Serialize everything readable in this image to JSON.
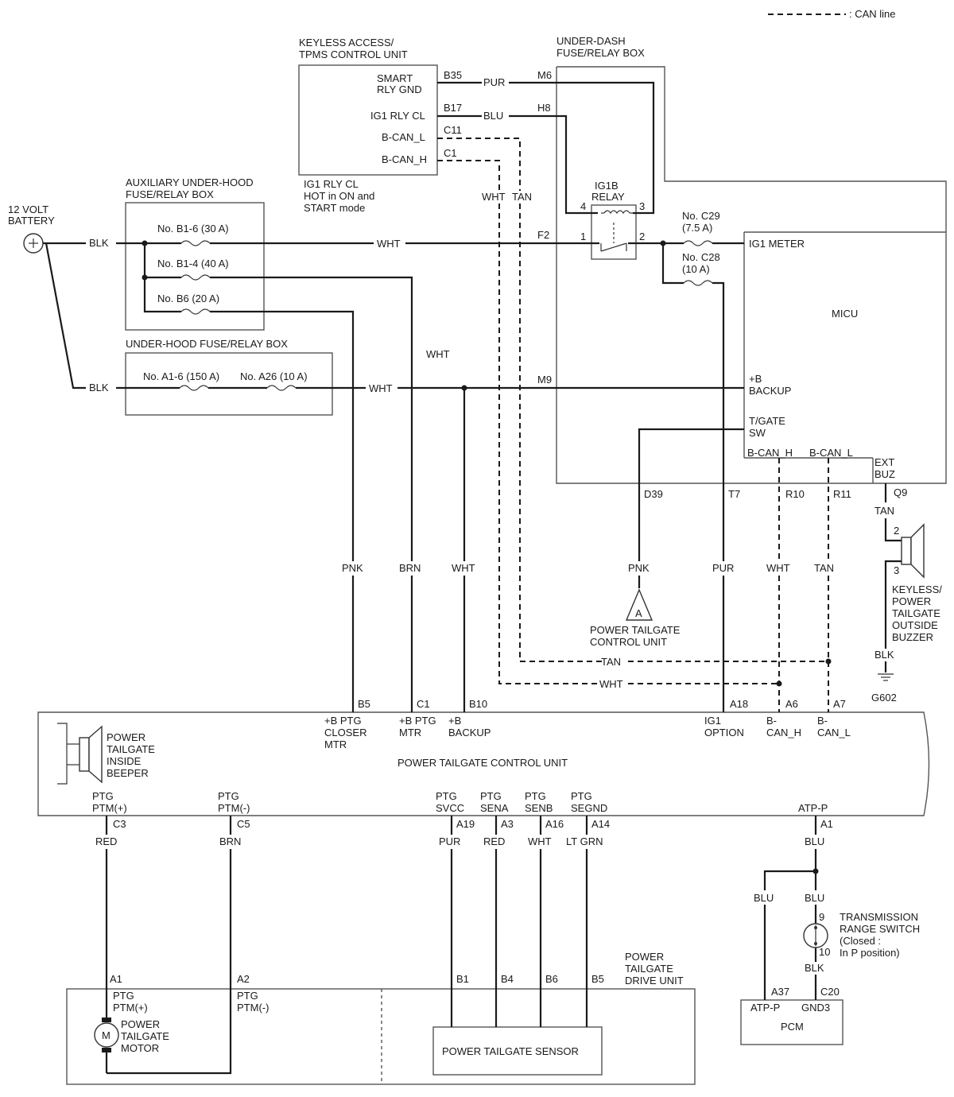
{
  "legend": {
    "can_line": ": CAN line"
  },
  "components": {
    "battery": [
      "12 VOLT",
      "BATTERY"
    ],
    "keyless_unit": [
      "KEYLESS ACCESS/",
      "TPMS CONTROL UNIT"
    ],
    "keyless_pins": {
      "smart_rly_gnd": [
        "SMART",
        "RLY GND"
      ],
      "ig1_rly_cl": "IG1 RLY CL",
      "bcan_l": "B-CAN_L",
      "bcan_h": "B-CAN_H"
    },
    "keyless_note": [
      "IG1 RLY CL",
      "HOT in ON and",
      "START mode"
    ],
    "under_dash_box": [
      "UNDER-DASH",
      "FUSE/RELAY BOX"
    ],
    "aux_box": [
      "AUXILIARY UNDER-HOOD",
      "FUSE/RELAY BOX"
    ],
    "under_hood_box": "UNDER-HOOD FUSE/RELAY BOX",
    "ig1b_relay": [
      "IG1B",
      "RELAY"
    ],
    "micu": "MICU",
    "micu_pins": {
      "ig1_meter": "IG1 METER",
      "backup": [
        "+B",
        "BACKUP"
      ],
      "tgate_sw": [
        "T/GATE",
        "SW"
      ],
      "bcan_h": "B-CAN_H",
      "bcan_l": "B-CAN_L",
      "ext_buz": [
        "EXT",
        "BUZ"
      ]
    },
    "ptg_ref": [
      "POWER TAILGATE",
      "CONTROL UNIT"
    ],
    "ptg_ref_letter": "A",
    "outside_buzzer": [
      "KEYLESS/",
      "POWER",
      "TAILGATE",
      "OUTSIDE",
      "BUZZER"
    ],
    "ground": "G602",
    "ptg_control_unit": "POWER TAILGATE CONTROL UNIT",
    "inside_beeper": [
      "POWER",
      "TAILGATE",
      "INSIDE",
      "BEEPER"
    ],
    "ptg_top_pins": {
      "closer": [
        "+B PTG",
        "CLOSER",
        "MTR"
      ],
      "mtr": [
        "+B PTG",
        "MTR"
      ],
      "backup": [
        "+B",
        "BACKUP"
      ],
      "ig1_option": [
        "IG1",
        "OPTION"
      ],
      "bcan_h": [
        "B-",
        "CAN_H"
      ],
      "bcan_l": [
        "B-",
        "CAN_L"
      ]
    },
    "ptg_bottom_pins": {
      "ptm_pos": [
        "PTG",
        "PTM(+)"
      ],
      "ptm_neg": [
        "PTG",
        "PTM(-)"
      ],
      "svcc": [
        "PTG",
        "SVCC"
      ],
      "sena": [
        "PTG",
        "SENA"
      ],
      "senb": [
        "PTG",
        "SENB"
      ],
      "segnd": [
        "PTG",
        "SEGND"
      ],
      "atp": "ATP-P"
    },
    "drive_unit": [
      "POWER",
      "TAILGATE",
      "DRIVE UNIT"
    ],
    "drive_pins": {
      "ptm_pos": [
        "PTG",
        "PTM(+)"
      ],
      "ptm_neg": [
        "PTG",
        "PTM(-)"
      ]
    },
    "motor": [
      "POWER",
      "TAILGATE",
      "MOTOR"
    ],
    "motor_letter": "M",
    "sensor": "POWER TAILGATE SENSOR",
    "trs": [
      "TRANSMISSION",
      "RANGE SWITCH",
      "(Closed :",
      "In P position)"
    ],
    "pcm": "PCM",
    "pcm_pins": {
      "atp": "ATP-P",
      "gnd": "GND3"
    }
  },
  "fuses": {
    "b1_6": "No. B1-6 (30 A)",
    "b1_4": "No. B1-4 (40 A)",
    "b6": "No. B6 (20 A)",
    "a1_6": "No. A1-6 (150 A)",
    "a26": "No. A26 (10 A)",
    "c29": [
      "No. C29",
      "(7.5 A)"
    ],
    "c28": [
      "No. C28",
      "(10 A)"
    ]
  },
  "connectors": {
    "b35": "B35",
    "b17": "B17",
    "c11": "C11",
    "c1_keyless": "C1",
    "m6": "M6",
    "h8": "H8",
    "f2": "F2",
    "m9": "M9",
    "relay_1": "1",
    "relay_2": "2",
    "relay_3": "3",
    "relay_4": "4",
    "d39": "D39",
    "t7": "T7",
    "r10": "R10",
    "r11": "R11",
    "q9": "Q9",
    "buzzer_2": "2",
    "buzzer_3": "3",
    "b5": "B5",
    "c1_ptg": "C1",
    "b10": "B10",
    "a18": "A18",
    "a6": "A6",
    "a7": "A7",
    "c3": "C3",
    "c5": "C5",
    "a19": "A19",
    "a3": "A3",
    "a16": "A16",
    "a14": "A14",
    "a1_ptg": "A1",
    "a1_drive": "A1",
    "a2_drive": "A2",
    "s_b1": "B1",
    "s_b4": "B4",
    "s_b6": "B6",
    "s_b5": "B5",
    "trs_9": "9",
    "trs_10": "10",
    "a37": "A37",
    "c20": "C20"
  },
  "wires": {
    "pur": "PUR",
    "blu": "BLU",
    "blk_batt1": "BLK",
    "blk_batt2": "BLK",
    "wht_main": "WHT",
    "wht_mid": "WHT",
    "wht_m9": "WHT",
    "wht_can_vert": "WHT",
    "tan_can_vert": "TAN",
    "pnk": "PNK",
    "brn": "BRN",
    "wht_backup": "WHT",
    "pnk_d39": "PNK",
    "pur_t7": "PUR",
    "wht_r10": "WHT",
    "tan_r11": "TAN",
    "tan_buz": "TAN",
    "blk_buz": "BLK",
    "tan_horiz": "TAN",
    "wht_horiz": "WHT",
    "red_c3": "RED",
    "brn_c5": "BRN",
    "pur_a19": "PUR",
    "red_a3": "RED",
    "wht_a16": "WHT",
    "ltgrn_a14": "LT GRN",
    "blu_a1": "BLU",
    "blu_left": "BLU",
    "blu_right": "BLU",
    "blk_trs": "BLK"
  }
}
